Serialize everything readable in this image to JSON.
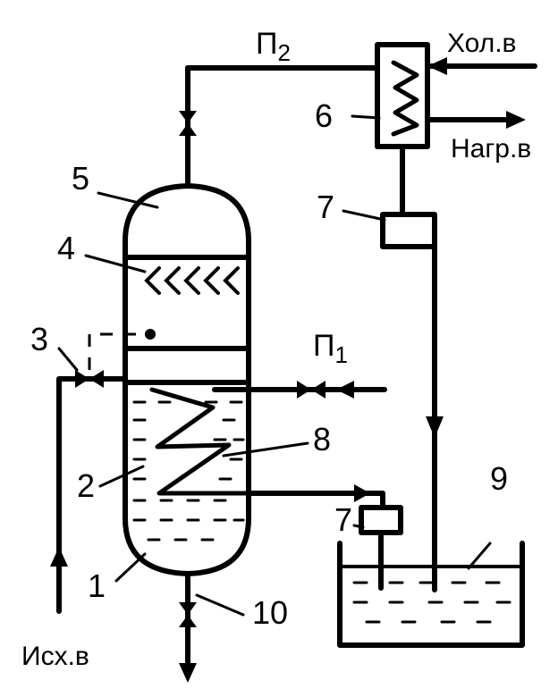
{
  "labels": {
    "p2": "П",
    "p2_sub": "2",
    "p1": "П",
    "p1_sub": "1",
    "cold_water": "Хол.в",
    "heated_water": "Нагр.в",
    "source_water": "Исх.в"
  },
  "numbers": {
    "n1": "1",
    "n2": "2",
    "n3": "3",
    "n4": "4",
    "n5": "5",
    "n6": "6",
    "n7a": "7",
    "n7b": "7",
    "n8": "8",
    "n9": "9",
    "n10": "10"
  }
}
